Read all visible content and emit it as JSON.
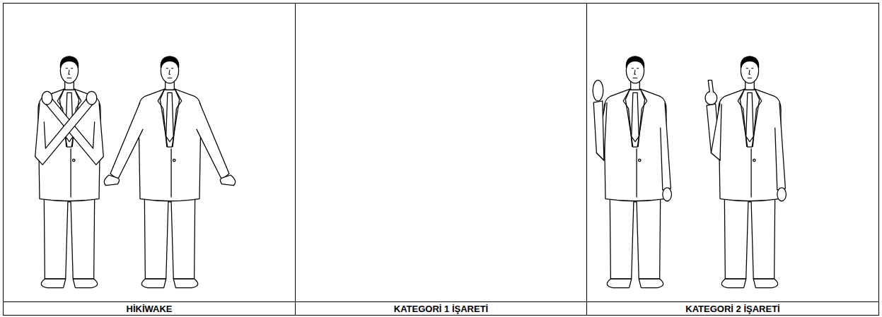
{
  "diagram": {
    "labels": [
      "HİKİWAKE",
      "KATEGORİ 1 İŞARETİ",
      "KATEGORİ 2 İŞARETİ"
    ]
  }
}
